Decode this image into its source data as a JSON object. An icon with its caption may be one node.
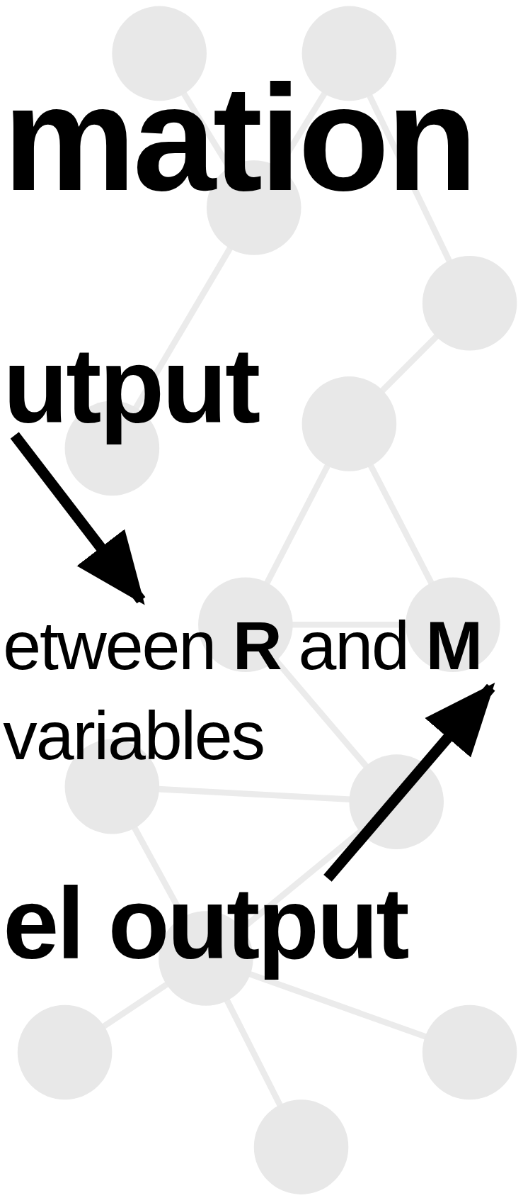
{
  "diagram": {
    "title": "mation",
    "nodes": [
      {
        "text": [
          "utput"
        ]
      },
      {
        "text": [
          "etween **R** and **M** variables"
        ]
      },
      {
        "text": [
          "el output"
        ]
      }
    ],
    "edges": [
      {
        "from": 0,
        "to": 1,
        "arrow": "to"
      },
      {
        "from": 2,
        "to": 1,
        "arrow": "to"
      }
    ]
  }
}
